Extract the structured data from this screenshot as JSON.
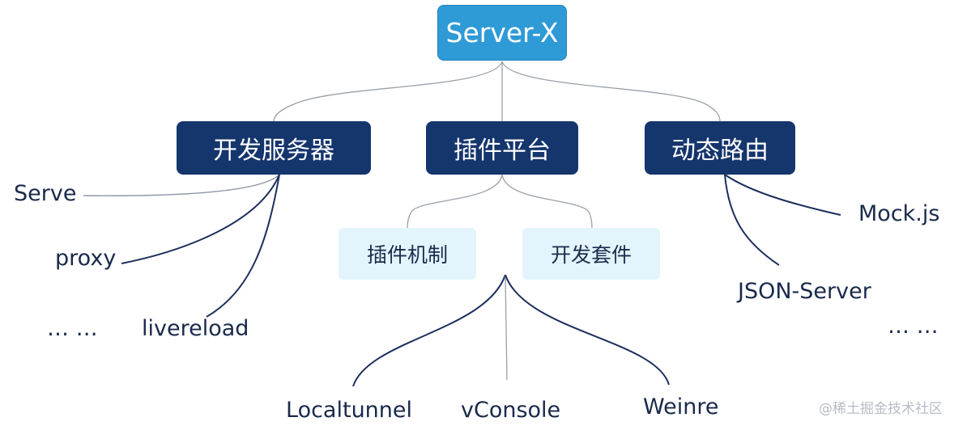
{
  "root": {
    "label": "Server-X",
    "color": "#2e9ad6"
  },
  "branches": {
    "dev_server": {
      "label": "开发服务器",
      "leaves": [
        "Serve",
        "proxy",
        "livereload",
        "… …"
      ]
    },
    "plugin_platform": {
      "label": "插件平台",
      "children": {
        "mechanism": {
          "label": "插件机制"
        },
        "dev_kit": {
          "label": "开发套件",
          "leaves": [
            "Localtunnel",
            "vConsole",
            "Weinre"
          ]
        }
      }
    },
    "dynamic_route": {
      "label": "动态路由",
      "leaves": [
        "Mock.js",
        "JSON-Server",
        "… …"
      ]
    }
  },
  "watermark": "@稀土掘金技术社区",
  "colors": {
    "primary_node": "#15356d",
    "secondary_node": "#e3f4fc",
    "connector_light": "#9aa0a8",
    "connector_dark": "#1c2f5c"
  }
}
